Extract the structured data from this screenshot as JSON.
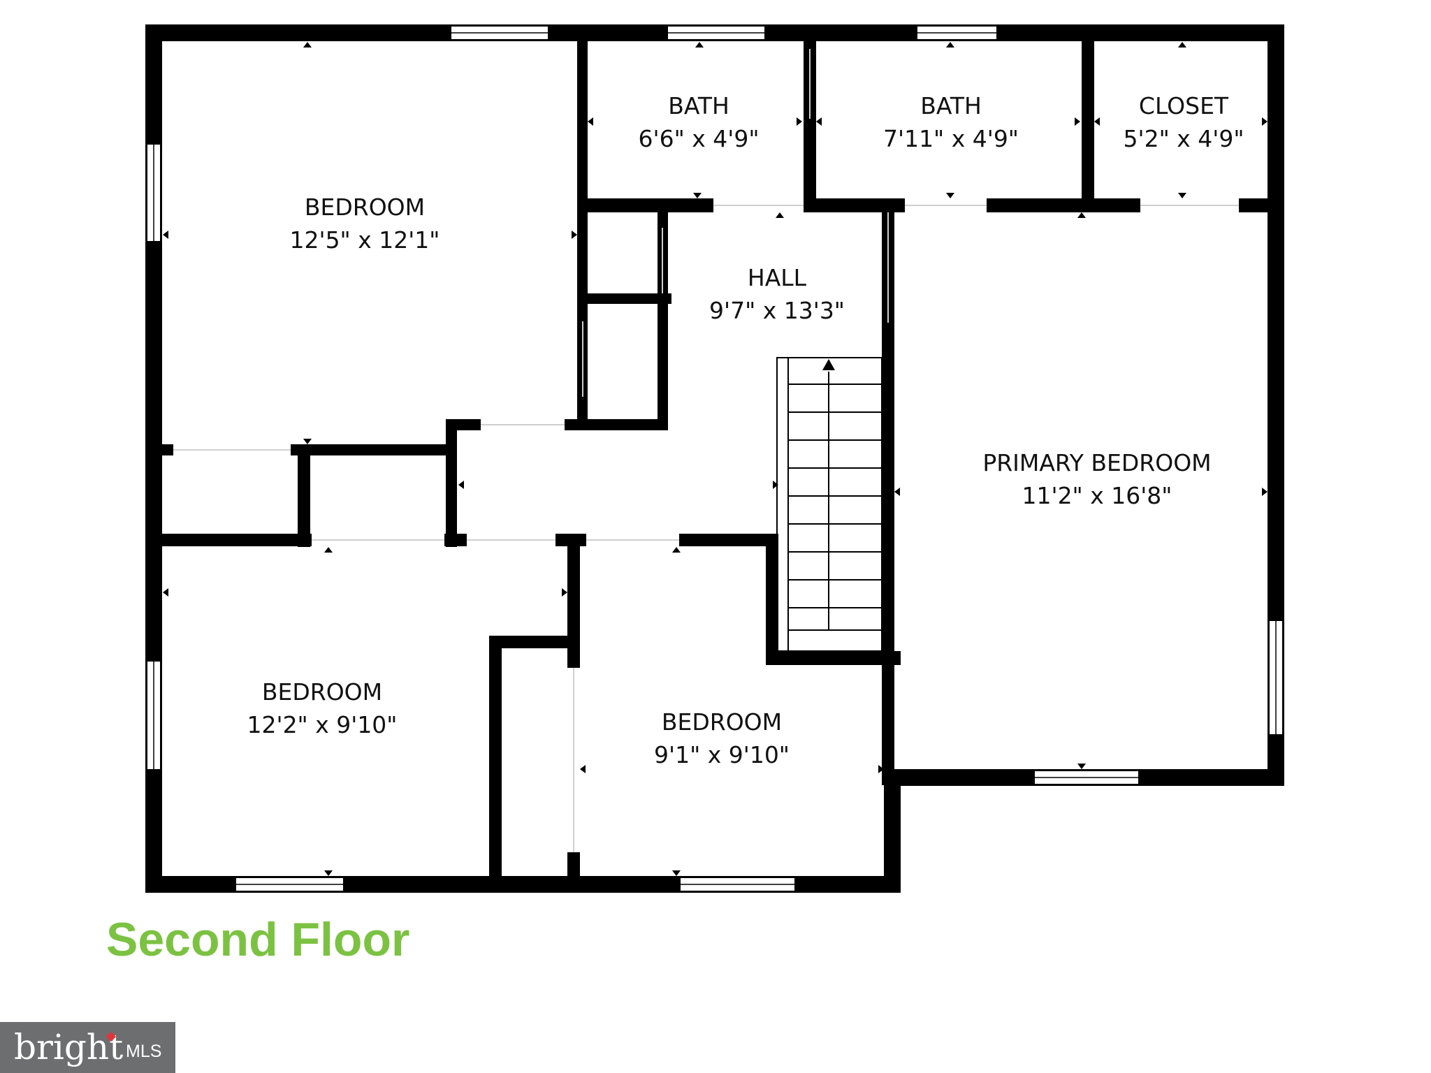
{
  "floor_title": "Second Floor",
  "rooms": {
    "bedroom_nw": {
      "name": "BEDROOM",
      "dims": "12'5\" x 12'1\""
    },
    "bath_1": {
      "name": "BATH",
      "dims": "6'6\" x 4'9\""
    },
    "bath_2": {
      "name": "BATH",
      "dims": "7'11\" x 4'9\""
    },
    "closet": {
      "name": "CLOSET",
      "dims": "5'2\" x 4'9\""
    },
    "hall": {
      "name": "HALL",
      "dims": "9'7\" x 13'3\""
    },
    "primary_bedroom": {
      "name": "PRIMARY BEDROOM",
      "dims": "11'2\" x 16'8\""
    },
    "bedroom_sw": {
      "name": "BEDROOM",
      "dims": "12'2\" x 9'10\""
    },
    "bedroom_s": {
      "name": "BEDROOM",
      "dims": "9'1\" x 9'10\""
    }
  },
  "logo": {
    "brand": "bright",
    "suffix": "MLS"
  },
  "colors": {
    "wall": "#000000",
    "title": "#7cc242",
    "logo_bg": "#6d6e70",
    "logo_accent": "#e0343c"
  }
}
